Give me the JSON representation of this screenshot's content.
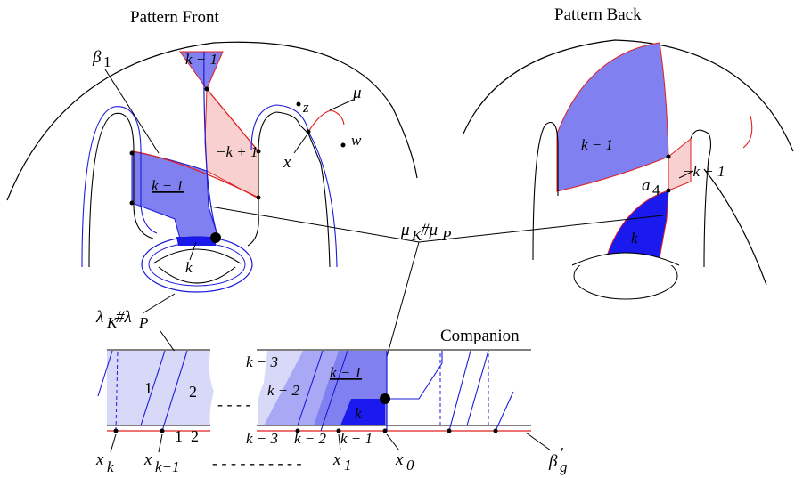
{
  "titles": {
    "front": "Pattern Front",
    "back": "Pattern Back",
    "companion": "Companion"
  },
  "labels": {
    "beta1": "β",
    "beta1_sub": "1",
    "k_minus_1": "k − 1",
    "k_minus_1_u": "k − 1",
    "neg_k_plus_1": "−k + 1",
    "k": "k",
    "z": "z",
    "w": "w",
    "x": "x",
    "mu": "μ",
    "mu_sum": "μ",
    "mu_sum_sub1": "K",
    "mu_sum_mid": "#μ",
    "mu_sum_sub2": "P",
    "lambda_sum": "λ",
    "lambda_sum_sub1": "K",
    "lambda_sum_mid": "#λ",
    "lambda_sum_sub2": "P",
    "a4": "a",
    "a4_sub": "4",
    "k_plus_1_back": "−k + 1",
    "k_minus_1_back": "k − 1",
    "k_back": "k",
    "one": "1",
    "two": "2",
    "dots_mid": "- - - -",
    "dots_bottom": "- - - - - - - - - -",
    "k_minus_3": "k − 3",
    "k_minus_2": "k − 2",
    "k_minus_1_comp": "k − 1",
    "k_comp": "k",
    "bot_k_minus_3": "k − 3",
    "bot_k_minus_2": "k − 2",
    "bot_k_minus_1": "k − 1",
    "bot_1": "1",
    "bot_2": "2",
    "xk": "x",
    "xk_sub": "k",
    "xk1": "x",
    "xk1_sub": "k−1",
    "x1": "x",
    "x1_sub": "1",
    "x0": "x",
    "x0_sub": "0",
    "beta_g": "β",
    "beta_g_sub": "g",
    "beta_g_prime": "′"
  },
  "colors": {
    "region_blue": "#8080f0",
    "region_dark_blue": "#1a1aee",
    "region_pink": "#f8d0d0",
    "region_light": "#d8d8f8",
    "region_mid": "#a8a8f4",
    "curve_red": "#e02020",
    "curve_blue": "#1a1ad8",
    "ink": "#000000"
  }
}
